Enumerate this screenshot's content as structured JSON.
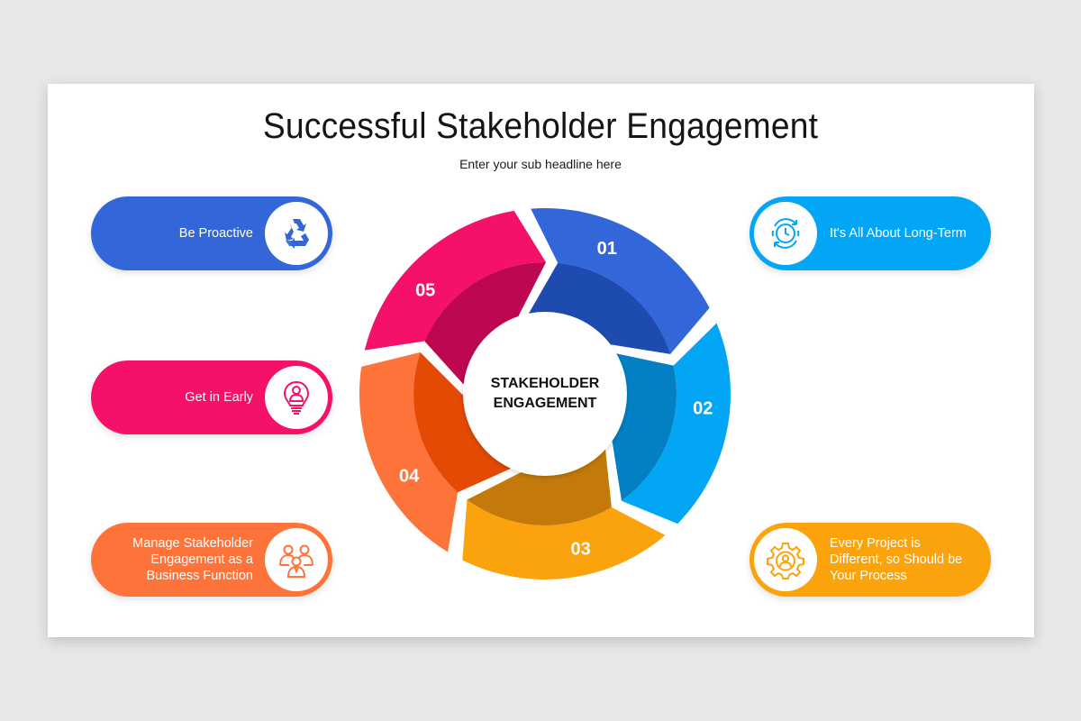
{
  "header": {
    "title": "Successful Stakeholder Engagement",
    "subtitle": "Enter your sub headline here"
  },
  "wheel": {
    "center_label_line1": "STAKEHOLDER",
    "center_label_line2": "ENGAGEMENT",
    "segments": [
      {
        "number": "01",
        "light": "#3367d9",
        "dark": "#1e4bb0"
      },
      {
        "number": "02",
        "light": "#03a6f5",
        "dark": "#0380c4"
      },
      {
        "number": "03",
        "light": "#fba30d",
        "dark": "#c47a0a"
      },
      {
        "number": "04",
        "light": "#fe7339",
        "dark": "#e44a04"
      },
      {
        "number": "05",
        "light": "#f5106a",
        "dark": "#bd0751"
      }
    ]
  },
  "cards": [
    {
      "id": "be-proactive",
      "text": "Be Proactive",
      "color": "#3367d9",
      "icon": "recycle-icon",
      "side": "left"
    },
    {
      "id": "get-in-early",
      "text": "Get in Early",
      "color": "#f5106a",
      "icon": "lightbulb-person-icon",
      "side": "left"
    },
    {
      "id": "manage-stakeholder",
      "text": "Manage Stakeholder Engagement as a Business Function",
      "lines": [
        "Manage Stakeholder",
        "Engagement as a",
        "Business Function"
      ],
      "color": "#fe7339",
      "icon": "team-icon",
      "side": "left"
    },
    {
      "id": "long-term",
      "text": "It's All About Long-Term",
      "color": "#03a6f5",
      "icon": "clock-cycle-icon",
      "side": "right"
    },
    {
      "id": "every-project",
      "text": "Every Project is Different, so Should be Your Process",
      "lines": [
        "Every Project is",
        "Different, so Should be",
        "Your Process"
      ],
      "color": "#fba30d",
      "icon": "gear-person-icon",
      "side": "right"
    }
  ]
}
